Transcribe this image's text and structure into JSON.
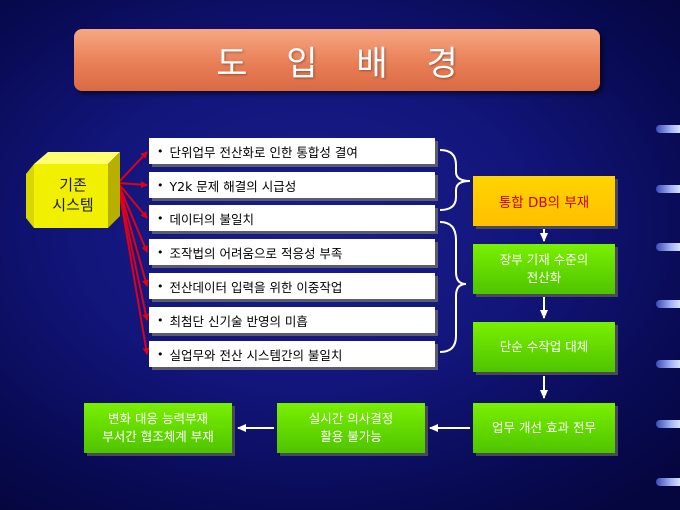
{
  "title": "도 입 배 경",
  "source": {
    "line1": "기존",
    "line2": "시스템"
  },
  "problems": [
    "단위업무 전산화로 인한 통합성 결여",
    "Y2k 문제 해결의 시급성",
    "데이터의 불일치",
    "조작법의 어려움으로 적응성 부족",
    "전산데이터 입력을 위한 이중작업",
    "최첨단 신기술 반영의 미흡",
    "실업무와 전산 시스템간의 불일치"
  ],
  "bullet": "•",
  "flow": {
    "integration_db": "통합 DB의 부재",
    "ledger": {
      "line1": "장부 기재 수준의",
      "line2": "전산화"
    },
    "manual_work": "단순 수작업 대체",
    "effect": "업무 개선 효과 전무",
    "realtime": {
      "line1": "실시간 의사결정",
      "line2": "활용 불가능"
    },
    "change": {
      "line1": "변화 대응 능력부재",
      "line2": "부서간 협조체계 부재"
    }
  },
  "colors": {
    "title_bar": "#e97f57",
    "flow_box": "#5ad200",
    "highlight_box": "#ffc800",
    "highlight_text": "#cc0000",
    "connector": "#e0001a"
  }
}
